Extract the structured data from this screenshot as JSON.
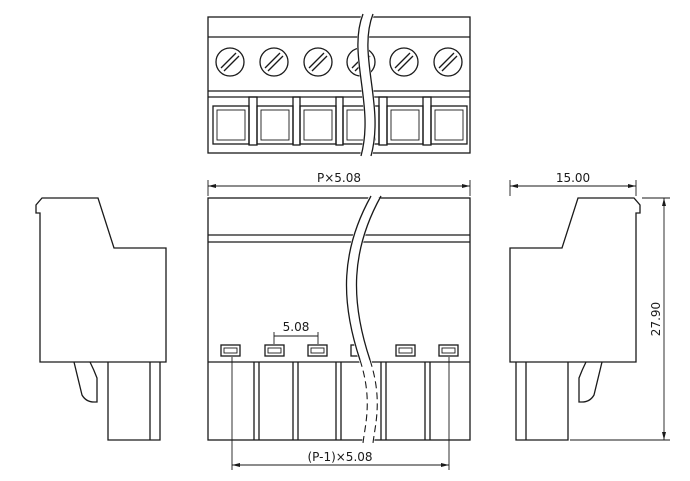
{
  "dimensions": {
    "pitch_total": "P×5.08",
    "width": "15.00",
    "height": "27.90",
    "pitch": "5.08",
    "pitch_span": "(P-1)×5.08"
  },
  "colors": {
    "line": "#1a1a1a",
    "background": "#ffffff"
  }
}
